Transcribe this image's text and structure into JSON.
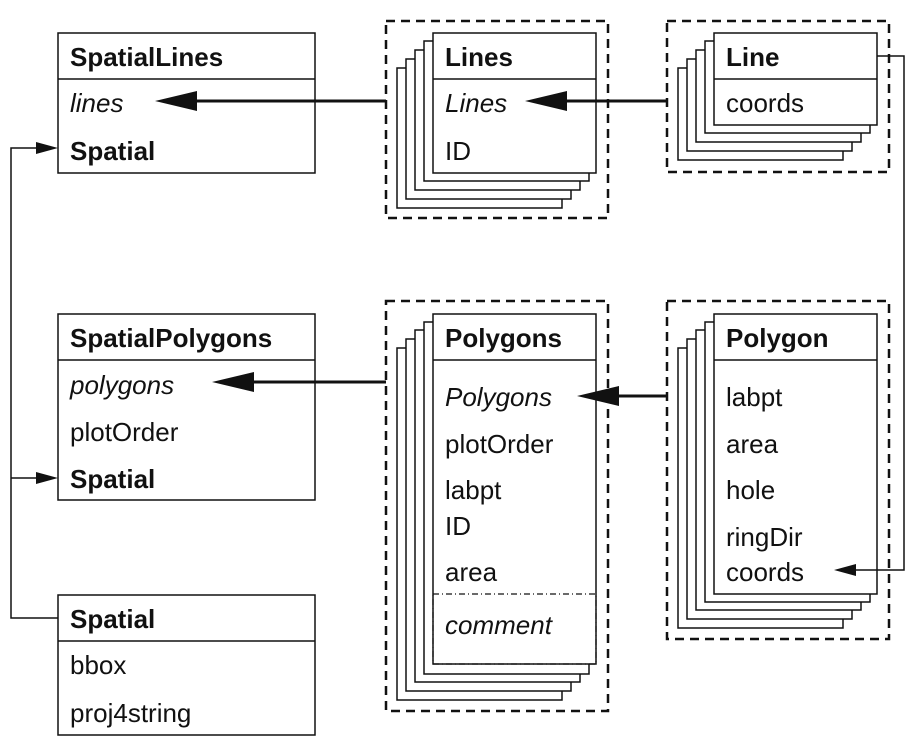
{
  "spatial_lines": {
    "title": "SpatialLines",
    "slots": [
      "lines",
      "Spatial"
    ]
  },
  "lines": {
    "title": "Lines",
    "slots": [
      "Lines",
      "ID"
    ]
  },
  "line": {
    "title": "Line",
    "slots": [
      "coords"
    ]
  },
  "spatial_polygons": {
    "title": "SpatialPolygons",
    "slots": [
      "polygons",
      "plotOrder",
      "Spatial"
    ]
  },
  "polygons": {
    "title": "Polygons",
    "slots": [
      "Polygons",
      "plotOrder",
      "labpt",
      "ID",
      "area",
      "comment"
    ]
  },
  "polygon": {
    "title": "Polygon",
    "slots": [
      "labpt",
      "area",
      "hole",
      "ringDir",
      "coords"
    ]
  },
  "spatial": {
    "title": "Spatial",
    "slots": [
      "bbox",
      "proj4string"
    ]
  }
}
